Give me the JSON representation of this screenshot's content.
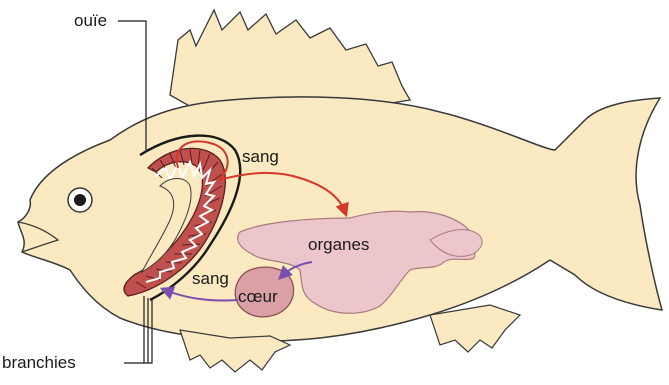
{
  "labels": {
    "gill_cover": "ouïe",
    "gills": "branchies",
    "blood_top": "sang",
    "blood_bottom": "sang",
    "organs": "organes",
    "heart": "cœur"
  },
  "colors": {
    "fish_body": "#fbe9c2",
    "fish_outline": "#3a3a3a",
    "gill_red": "#c0504d",
    "gill_dark": "#5a1e1e",
    "oxygenated_arrow": "#d43a2b",
    "deoxygenated_arrow": "#7a4fb0",
    "organs": "#edc6cc",
    "heart": "#dba0a6"
  },
  "icons": {
    "eye": "eye-icon"
  }
}
